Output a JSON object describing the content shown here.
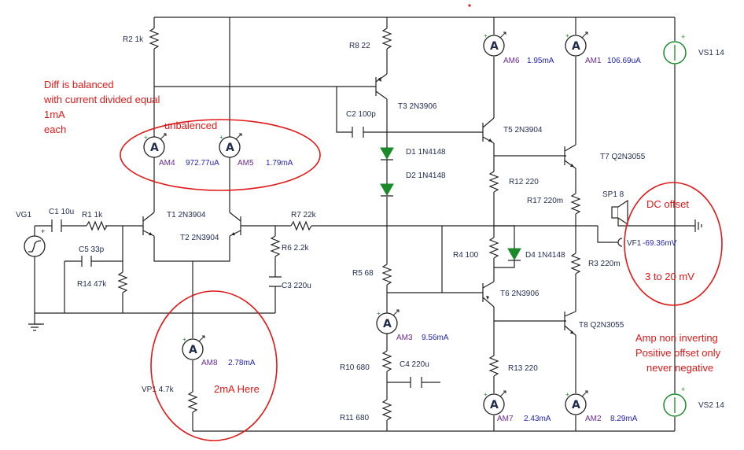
{
  "components": {
    "R2": "R2 1k",
    "R8": "R8 22",
    "T3": "T3 2N3906",
    "C2": "C2 100p",
    "D1": "D1 1N4148",
    "D2": "D2 1N4148",
    "T5": "T5 2N3904",
    "R12": "R12 220",
    "T7": "T7 Q2N3055",
    "R17": "R17 220m",
    "SP1": "SP1 8",
    "VF1": "VF1",
    "VF1_value": "-69.36mV",
    "VS1": "VS1 14",
    "VS2": "VS2 14",
    "VG1": "VG1",
    "C1": "C1 10u",
    "R1": "R1 1k",
    "T1": "T1 2N3904",
    "T2": "T2 2N3904",
    "R7": "R7 22k",
    "R6": "R6 2.2k",
    "C3": "C3 220u",
    "C5": "C5 33p",
    "R14": "R14 47k",
    "R5": "R5 68",
    "R4": "R4 100",
    "D4": "D4 1N4148",
    "T6": "T6 2N3906",
    "R3": "R3 220m",
    "T8": "T8 Q2N3055",
    "R10": "R10 680",
    "C4": "C4 220u",
    "R11": "R11 680",
    "R13": "R13 220",
    "VP1": "VP1 4.7k"
  },
  "meters": {
    "symbol": "A",
    "AM1": {
      "name": "AM1",
      "value": "106.69uA"
    },
    "AM2": {
      "name": "AM2",
      "value": "8.29mA"
    },
    "AM3": {
      "name": "AM3",
      "value": "9.56mA"
    },
    "AM4": {
      "name": "AM4",
      "value": "972.77uA"
    },
    "AM5": {
      "name": "AM5",
      "value": "1.79mA"
    },
    "AM6": {
      "name": "AM6",
      "value": "1.95mA"
    },
    "AM7": {
      "name": "AM7",
      "value": "2.43mA"
    },
    "AM8": {
      "name": "AM8",
      "value": "2.78mA"
    }
  },
  "annotations": {
    "diff_line1": "Diff is balanced",
    "diff_line2": "with current divided equal",
    "diff_line3": "1mA",
    "diff_line4": "each",
    "unbalanced": "unbalenced",
    "dc_offset": "DC offset",
    "offset_range": "3 to 20 mV",
    "two_ma": "2mA Here",
    "amp_line1": "Amp non inverting",
    "amp_line2": "Positive offset only",
    "amp_line3": "never negative"
  },
  "colors": {
    "annotation": "#e01818",
    "label": "#1f2a4e",
    "value": "#1f1fb0",
    "meter_name": "#6a2a8c"
  }
}
